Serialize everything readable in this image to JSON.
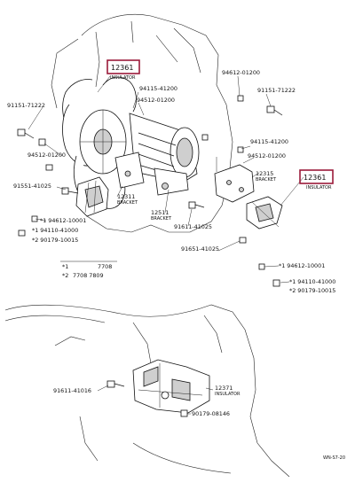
{
  "diagram": {
    "highlighted_parts": [
      {
        "number": "12361",
        "caption": "INSULATOR"
      },
      {
        "number": "12361",
        "caption": "INSULATOR"
      }
    ],
    "labels": {
      "p91151_71222_left": "91151-71222",
      "p94115_41200": "94115-41200",
      "p94512_01200_top": "94512-01200",
      "p94512_01200_left": "94512-01200",
      "p91551_41025": "91551-41025",
      "p12311": "12311",
      "p12311_cap": "BRACKET",
      "p94612_10001_left": "*1 94612-10001",
      "p94110_41000_left": "*1 94110-41000",
      "p90179_10015_left": "*2 90179-10015",
      "p94612_01200_right": "94612-01200",
      "p91151_71222_right": "91151-71222",
      "p94115_41200_right": "94115-41200",
      "p94512_01200_right": "94512-01200",
      "p12315": "12315",
      "p12315_cap": "BRACKET",
      "p12511": "12511",
      "p12511_cap": "BRACKET",
      "p91611_41025": "91611-41025",
      "p91651_41025": "91651-41025",
      "p94612_10001_right": "*1 94612-10001",
      "p94110_41000_right": "*1 94110-41000",
      "p90179_10015_right": "*2 90179-10015",
      "p91611_41016": "91611-41016",
      "p12371": "12371",
      "p12371_cap": "INSULATOR",
      "p90179_08146": "90179-08146"
    },
    "notes": [
      {
        "mark": "*1",
        "text": "7708"
      },
      {
        "mark": "*2",
        "text": "7708 7809"
      }
    ],
    "figure_code": "WN-S7-20"
  }
}
